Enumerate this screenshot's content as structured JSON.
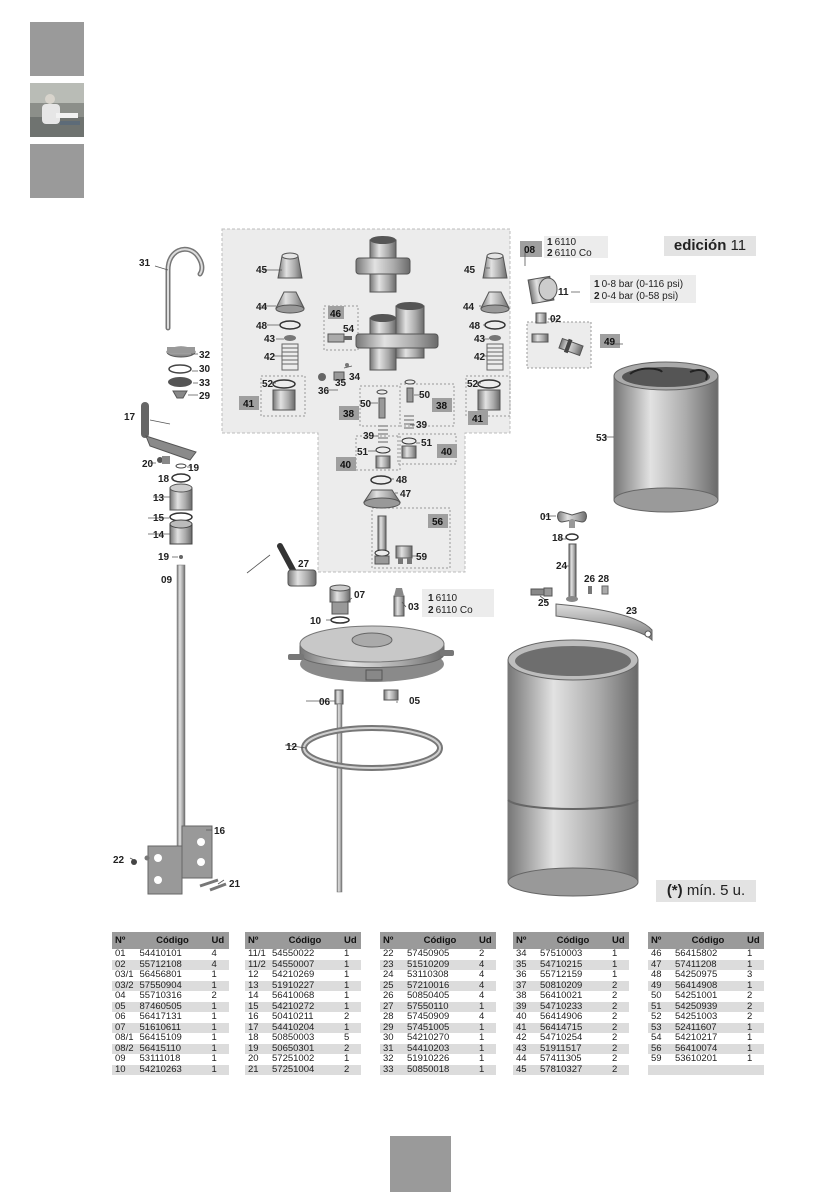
{
  "edition": {
    "label": "edición",
    "number": "11"
  },
  "min_note": {
    "mark": "(*)",
    "text": "mín. 5 u."
  },
  "options": {
    "o08": {
      "n1": "1",
      "v1": "6110",
      "n2": "2",
      "v2": "6110 Co"
    },
    "o11": {
      "n1": "1",
      "v1": "0-8 bar (0-116 psi)",
      "n2": "2",
      "v2": "0-4 bar (0-58 psi)"
    },
    "o03": {
      "n1": "1",
      "v1": "6110",
      "n2": "2",
      "v2": "6110 Co"
    }
  },
  "callouts": {
    "c01": "01",
    "c02": "02",
    "c03": "03",
    "c05": "05",
    "c06": "06",
    "c07": "07",
    "c08": "08",
    "c09": "09",
    "c10": "10",
    "c11": "11",
    "c12": "12",
    "c13": "13",
    "c14": "14",
    "c15": "15",
    "c16": "16",
    "c17": "17",
    "c18a": "18",
    "c18b": "18",
    "c19a": "19",
    "c19b": "19",
    "c20": "20",
    "c21": "21",
    "c22": "22",
    "c23": "23",
    "c24": "24",
    "c25": "25",
    "c26": "26",
    "c27": "27",
    "c28": "28",
    "c29": "29",
    "c30": "30",
    "c31": "31",
    "c32": "32",
    "c33": "33",
    "c34": "34",
    "c35": "35",
    "c36": "36",
    "c38a": "38",
    "c38b": "38",
    "c39a": "39",
    "c39b": "39",
    "c40a": "40",
    "c40b": "40",
    "c41a": "41",
    "c41b": "41",
    "c42a": "42",
    "c42b": "42",
    "c43a": "43",
    "c43b": "43",
    "c44a": "44",
    "c44b": "44",
    "c45a": "45",
    "c45b": "45",
    "c46": "46",
    "c47": "47",
    "c48a": "48",
    "c48b": "48",
    "c48c": "48",
    "c49": "49",
    "c50a": "50",
    "c50b": "50",
    "c51a": "51",
    "c51b": "51",
    "c52a": "52",
    "c52b": "52",
    "c53": "53",
    "c54": "54",
    "c56": "56",
    "c59": "59"
  },
  "table_headers": {
    "num": "Nº",
    "code": "Código",
    "ud": "Ud"
  },
  "tables": [
    [
      [
        "01",
        "54410101",
        "4"
      ],
      [
        "02",
        "55712108",
        "4"
      ],
      [
        "03/1",
        "56456801",
        "1"
      ],
      [
        "03/2",
        "57550904",
        "1"
      ],
      [
        "04",
        "55710316",
        "2"
      ],
      [
        "05",
        "87460505",
        "1"
      ],
      [
        "06",
        "56417131",
        "1"
      ],
      [
        "07",
        "51610611",
        "1"
      ],
      [
        "08/1",
        "56415109",
        "1"
      ],
      [
        "08/2",
        "56415110",
        "1"
      ],
      [
        "09",
        "53111018",
        "1"
      ],
      [
        "10",
        "54210263",
        "1"
      ]
    ],
    [
      [
        "11/1",
        "54550022",
        "1"
      ],
      [
        "11/2",
        "54550007",
        "1"
      ],
      [
        "12",
        "54210269",
        "1"
      ],
      [
        "13",
        "51910227",
        "1"
      ],
      [
        "14",
        "56410068",
        "1"
      ],
      [
        "15",
        "54210272",
        "1"
      ],
      [
        "16",
        "50410211",
        "2"
      ],
      [
        "17",
        "54410204",
        "1"
      ],
      [
        "18",
        "50850003",
        "5"
      ],
      [
        "19",
        "50650301",
        "2"
      ],
      [
        "20",
        "57251002",
        "1"
      ],
      [
        "21",
        "57251004",
        "2"
      ]
    ],
    [
      [
        "22",
        "57450905",
        "2"
      ],
      [
        "23",
        "51510209",
        "4"
      ],
      [
        "24",
        "53110308",
        "4"
      ],
      [
        "25",
        "57210016",
        "4"
      ],
      [
        "26",
        "50850405",
        "4"
      ],
      [
        "27",
        "57550110",
        "1"
      ],
      [
        "28",
        "57450909",
        "4"
      ],
      [
        "29",
        "57451005",
        "1"
      ],
      [
        "30",
        "54210270",
        "1"
      ],
      [
        "31",
        "54410203",
        "1"
      ],
      [
        "32",
        "51910226",
        "1"
      ],
      [
        "33",
        "50850018",
        "1"
      ]
    ],
    [
      [
        "34",
        "57510003",
        "1"
      ],
      [
        "35",
        "54710215",
        "1"
      ],
      [
        "36",
        "55712159",
        "1"
      ],
      [
        "37",
        "50810209",
        "2"
      ],
      [
        "38",
        "56410021",
        "2"
      ],
      [
        "39",
        "54710233",
        "2"
      ],
      [
        "40",
        "56414906",
        "2"
      ],
      [
        "41",
        "56414715",
        "2"
      ],
      [
        "42",
        "54710254",
        "2"
      ],
      [
        "43",
        "51911517",
        "2"
      ],
      [
        "44",
        "57411305",
        "2"
      ],
      [
        "45",
        "57810327",
        "2"
      ]
    ],
    [
      [
        "46",
        "56415802",
        "1"
      ],
      [
        "47",
        "57411208",
        "1"
      ],
      [
        "48",
        "54250975",
        "3"
      ],
      [
        "49",
        "56414908",
        "1"
      ],
      [
        "50",
        "54251001",
        "2"
      ],
      [
        "51",
        "54250939",
        "2"
      ],
      [
        "52",
        "54251003",
        "2"
      ],
      [
        "53",
        "52411607",
        "1"
      ],
      [
        "54",
        "54210217",
        "1"
      ],
      [
        "56",
        "56410074",
        "1"
      ],
      [
        "59",
        "53610201",
        "1"
      ]
    ]
  ],
  "colors": {
    "tab_gray": "#9a9a9a",
    "row_alt": "#dcdcdc",
    "panel": "#ececec",
    "box": "#9f9f9f"
  }
}
